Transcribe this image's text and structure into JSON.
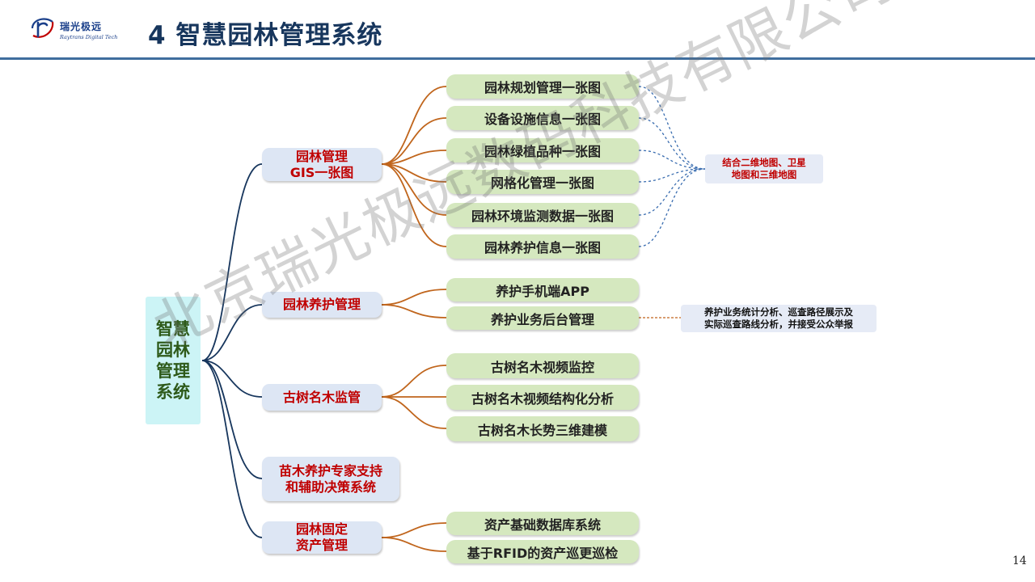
{
  "header": {
    "logo_cn": "瑞光极远",
    "logo_en": "Raytrans Digital Tech",
    "title": "4  智慧园林管理系统"
  },
  "mindmap": {
    "root": [
      "智慧",
      "园林",
      "管理",
      "系统"
    ],
    "branches": [
      {
        "label": [
          "园林管理",
          "GIS一张图"
        ],
        "items": [
          "园林规划管理一张图",
          "设备设施信息一张图",
          "园林绿植品种一张图",
          "网格化管理一张图",
          "园林环境监测数据一张图",
          "园林养护信息一张图"
        ],
        "note": [
          "结合二维地图、卫星",
          "地图和三维地图"
        ]
      },
      {
        "label": [
          "园林养护管理"
        ],
        "items": [
          "养护手机端APP",
          "养护业务后台管理"
        ],
        "note": [
          "养护业务统计分析、巡查路径展示及",
          "实际巡查路线分析，并接受公众举报"
        ]
      },
      {
        "label": [
          "古树名木监管"
        ],
        "items": [
          "古树名木视频监控",
          "古树名木视频结构化分析",
          "古树名木长势三维建模"
        ]
      },
      {
        "label": [
          "苗木养护专家支持",
          "和辅助决策系统"
        ],
        "items": []
      },
      {
        "label": [
          "园林固定",
          "资产管理"
        ],
        "items": [
          "资产基础数据库系统",
          "基于RFID的资产巡更巡检"
        ]
      }
    ]
  },
  "watermark": "北京瑞光极远数码科技有限公司",
  "page_number": "14",
  "colors": {
    "title": "#17365d",
    "accent_red": "#c00000",
    "root_fill": "#ccf4f6",
    "branch_fill": "#dde6f4",
    "leaf_fill": "#d5e8bf",
    "root_connector": "#17365d",
    "leaf_connector": "#c0651c",
    "note_connector": "#3a6db0"
  }
}
